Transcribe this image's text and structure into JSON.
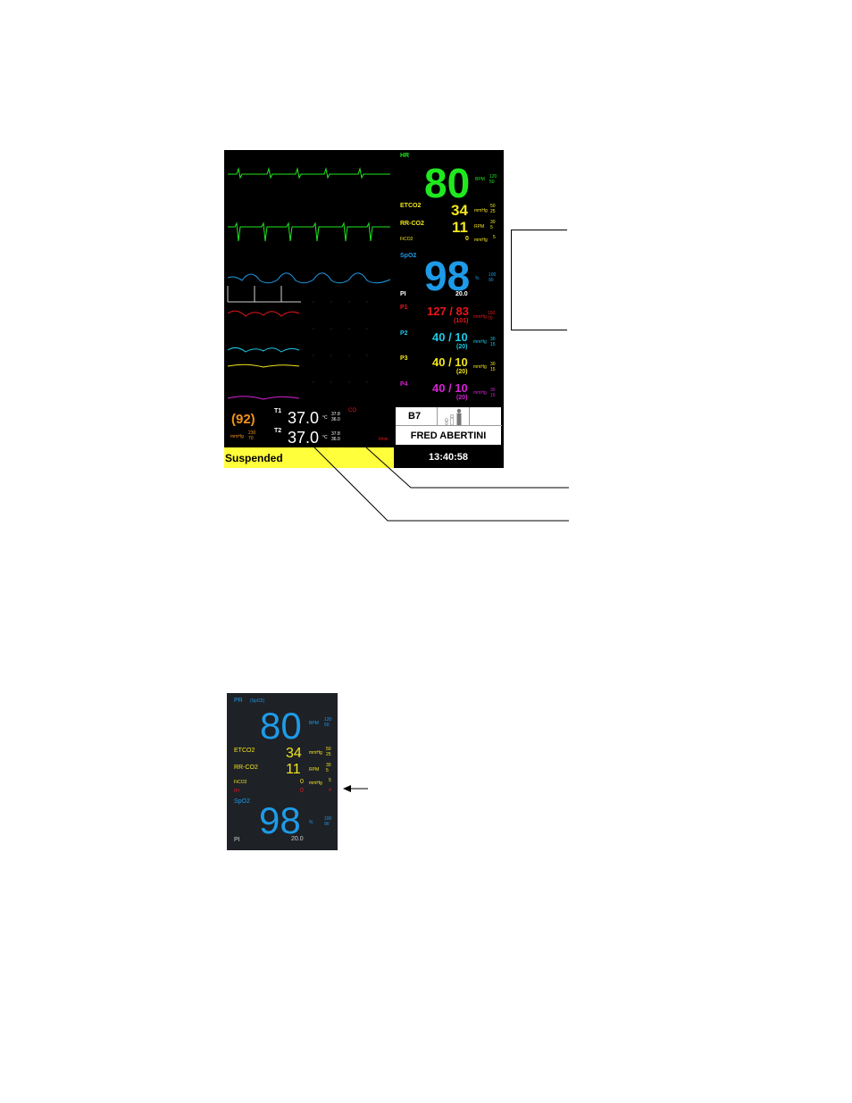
{
  "monitor1": {
    "hr": {
      "label": "HR",
      "value": "80",
      "unit": "BPM",
      "lim_hi": "120",
      "lim_lo": "50"
    },
    "etco2": {
      "label": "ETCO2",
      "value": "34",
      "unit": "mmHg",
      "lim_hi": "50",
      "lim_lo": "25"
    },
    "rrco2": {
      "label": "RR-CO2",
      "value": "11",
      "unit": "RPM",
      "lim_hi": "30",
      "lim_lo": "5"
    },
    "fico2": {
      "label": "FiCO2",
      "value": "0",
      "unit": "mmHg",
      "lim_hi": "5"
    },
    "spo2": {
      "label": "SpO2",
      "value": "98",
      "unit": "%",
      "lim_hi": "100",
      "lim_lo": "90"
    },
    "pi": {
      "label": "PI",
      "value": "20.0"
    },
    "p1": {
      "label": "P1",
      "value": "127 / 83",
      "mean": "(101)",
      "unit": "mmHg",
      "lim_hi": "150",
      "lim_lo": "70"
    },
    "p2": {
      "label": "P2",
      "value": "40 / 10",
      "mean": "(20)",
      "unit": "mmHg",
      "lim_hi": "30",
      "lim_lo": "15"
    },
    "p3": {
      "label": "P3",
      "value": "40 / 10",
      "mean": "(20)",
      "unit": "mmHg",
      "lim_hi": "30",
      "lim_lo": "15"
    },
    "p4": {
      "label": "P4",
      "value": "40 / 10",
      "mean": "(20)",
      "unit": "mmHg",
      "lim_hi": "30",
      "lim_lo": "15"
    },
    "nibp": {
      "value": "(92)",
      "unit": "mmHg",
      "lim_hi": "230",
      "lim_lo": "70"
    },
    "t1": {
      "label": "T1",
      "value": "37.0",
      "unit": "°C",
      "lim_hi": "37.8",
      "lim_lo": "36.0"
    },
    "t2": {
      "label": "T2",
      "value": "37.0",
      "unit": "°C",
      "lim_hi": "37.8",
      "lim_lo": "36.0"
    },
    "co": {
      "label": "CO",
      "unit": "l/min"
    },
    "status": "Suspended",
    "bed": "B7",
    "patient_name": "FRED ABERTINI",
    "clock": "13:40:58"
  },
  "monitor2": {
    "pr": {
      "label": "PR",
      "source": "(SpO2)",
      "value": "80",
      "unit": "BPM",
      "lim_hi": "120",
      "lim_lo": "50"
    },
    "etco2": {
      "label": "ETCO2",
      "value": "34",
      "unit": "mmHg",
      "lim_hi": "50",
      "lim_lo": "25"
    },
    "rrco2": {
      "label": "RR-CO2",
      "value": "11",
      "unit": "RPM",
      "lim_hi": "30",
      "lim_lo": "5"
    },
    "fico2": {
      "label": "FiCO2",
      "value": "0",
      "unit": "mmHg",
      "lim_hi": "5"
    },
    "irr": {
      "label": "IPI",
      "value": "0",
      "lim_hi": "4"
    },
    "spo2": {
      "label": "SpO2",
      "value": "98",
      "unit": "%",
      "lim_hi": "100",
      "lim_lo": "90"
    },
    "pi": {
      "label": "PI",
      "value": "20.0"
    }
  },
  "colors": {
    "green": "#1fe81f",
    "yellow": "#f2e51c",
    "blue": "#1e9be8",
    "red": "#e8161d",
    "cyan": "#1ec9e6",
    "magenta": "#d622d6",
    "orange": "#f0921a",
    "status_bg": "#ffff3c"
  }
}
